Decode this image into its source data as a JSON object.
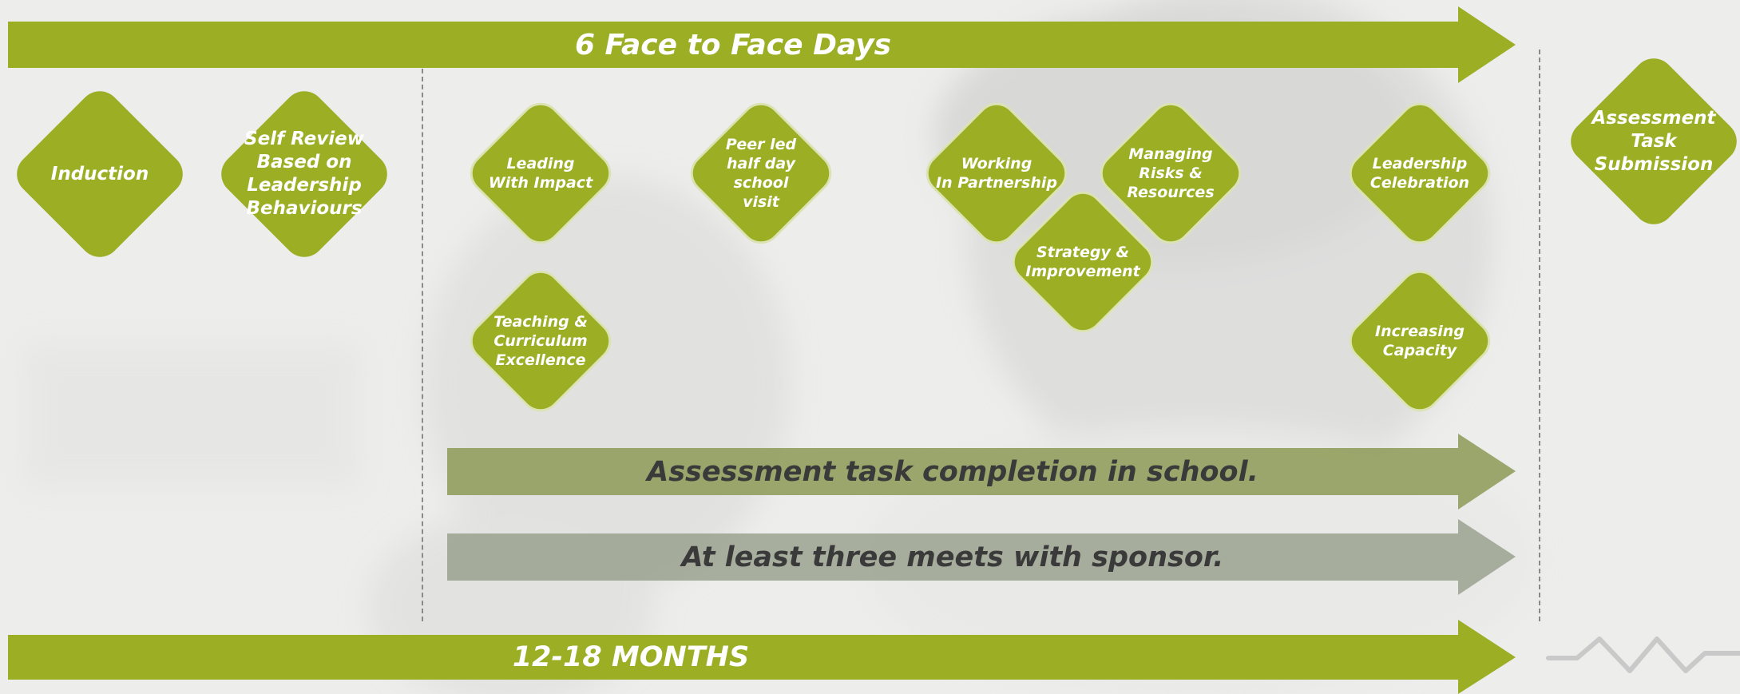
{
  "colors": {
    "accent_green": "#9bae24",
    "muted_green": "#8f9c5a",
    "muted_gray": "#8e9580",
    "background": "#ececeb"
  },
  "top_arrow": {
    "label": "6 Face to Face Days"
  },
  "bottom_arrow": {
    "label": "12-18 MONTHS"
  },
  "bands": {
    "assessment": "Assessment task completion in school.",
    "sponsor": "At least three meets with sponsor."
  },
  "steps": {
    "induction": "Induction",
    "self_review": "Self Review\nBased on\nLeadership\nBehaviours",
    "leading_with_impact": "Leading\nWith Impact",
    "teaching_curriculum": "Teaching &\nCurriculum\nExcellence",
    "peer_led_visit": "Peer led\nhalf day\nschool\nvisit",
    "working_in_partnership": "Working\nIn Partnership",
    "managing_risks": "Managing\nRisks &\nResources",
    "strategy_improvement": "Strategy &\nImprovement",
    "leadership_celebration": "Leadership\nCelebration",
    "increasing_capacity": "Increasing\nCapacity",
    "assessment_submission": "Assessment\nTask\nSubmission"
  },
  "decoration": {
    "zigzag_icon": "zigzag-line-icon"
  }
}
